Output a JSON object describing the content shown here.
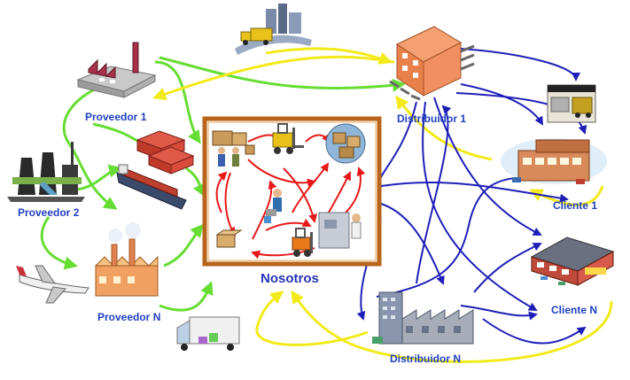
{
  "labels": {
    "proveedor_1": "Proveedor 1",
    "proveedor_2": "Proveedor 2",
    "proveedor_n": "Proveedor N",
    "nosotros": "Nosotros",
    "distribuidor_1": "Distribuidor 1",
    "distribuidor_n": "Distribuidor N",
    "cliente_1": "Cliente 1",
    "cliente_n": "Cliente N"
  },
  "colors": {
    "supply_flow": "#66dd33",
    "return_flow": "#f2ea1a",
    "distribution_flow": "#1f1fb8",
    "internal_flow": "#e81818",
    "center_frame": "#b8641a",
    "label_text": "#1f3fbf"
  },
  "icons": [
    "factory-icon",
    "power-plant-icon",
    "airplane-icon",
    "industrial-plant-icon",
    "containers-icon",
    "cargo-ship-icon",
    "delivery-truck-icon",
    "city-truck-icon",
    "warehouse-3d-icon",
    "loading-dock-icon",
    "storefront-icon",
    "retail-warehouse-icon",
    "office-factory-icon",
    "workers-icon",
    "forklift-icon",
    "worker-icon",
    "machine-operator-icon"
  ]
}
